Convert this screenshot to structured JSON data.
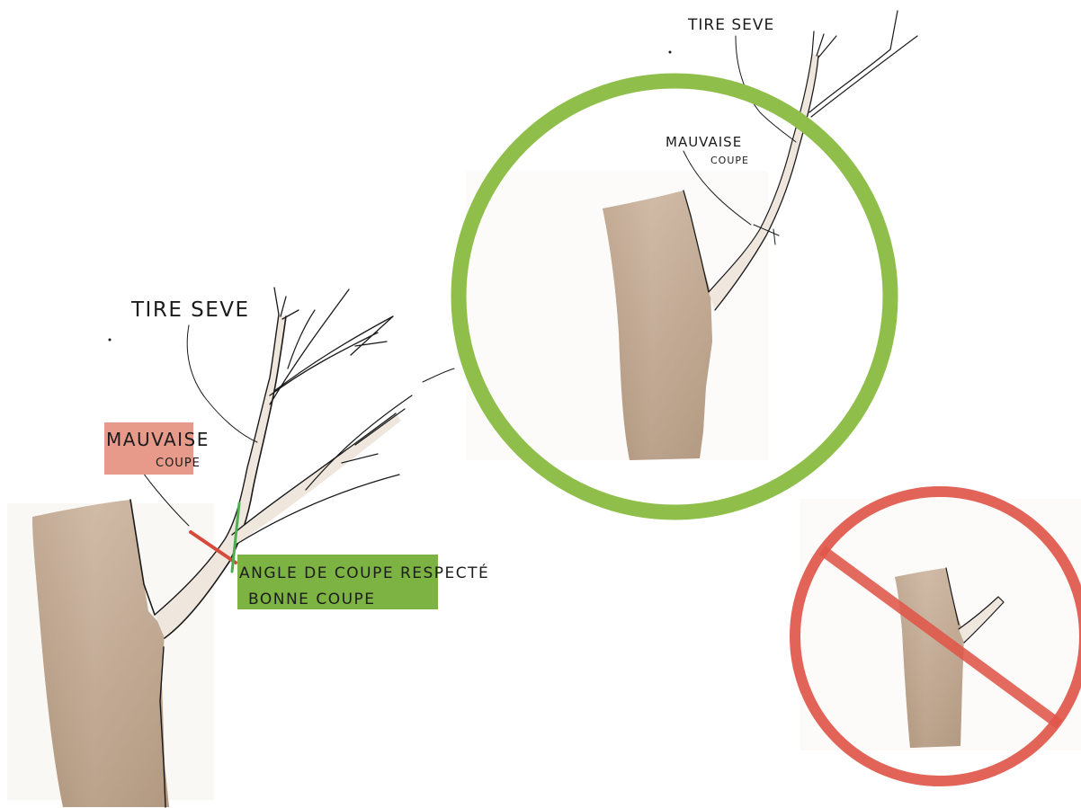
{
  "labels": {
    "main_tire_seve": "TIRE SEVE",
    "main_mauvaise": "MAUVAISE",
    "main_coupe": "COUPE",
    "angle_respecte": "ANGLE DE COUPE  RESPECTÉ",
    "bonne_coupe": "BONNE COUPE",
    "good_tire_seve": "TIRE SEVE",
    "good_mauvaise": "MAUVAISE",
    "good_coupe": "COUPE"
  },
  "colors": {
    "bark": "#c9b39e",
    "bark_dark": "#a8907a",
    "branch": "#efe7dd",
    "good_ring": "#8fbf4a",
    "bad_ring": "#e0574a",
    "bad_label_bg": "#e89a8a",
    "good_label_bg": "#7cb342",
    "bad_cut_mark": "#d64a3c",
    "good_cut_mark": "#4caf50"
  },
  "icons": {
    "good_example": "check-circle-icon",
    "bad_example": "prohibited-icon"
  }
}
